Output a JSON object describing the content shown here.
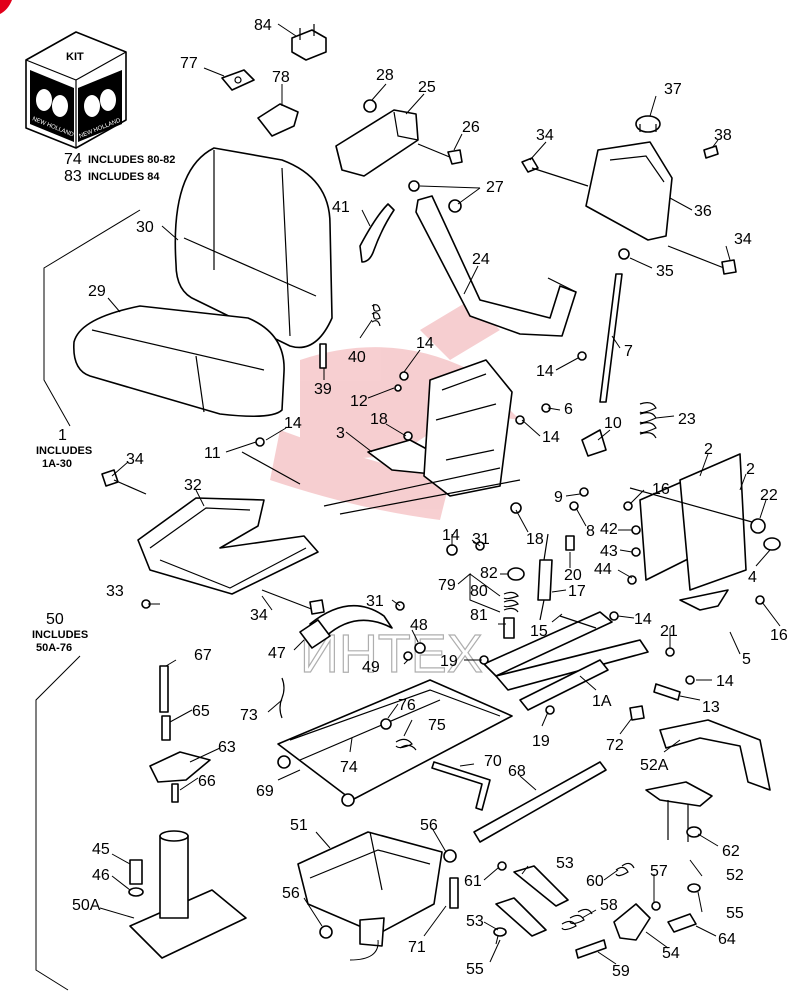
{
  "kit_box": {
    "label": "KIT",
    "brand": "NEW HOLLAND",
    "notes": [
      {
        "num": "74",
        "text": "INCLUDES 80-82"
      },
      {
        "num": "83",
        "text": "INCLUDES 84"
      }
    ]
  },
  "group_notes": {
    "seat_group": {
      "num": "1",
      "line1": "INCLUDES",
      "line2": "1A-30"
    },
    "base_group": {
      "num": "50",
      "line1": "INCLUDES",
      "line2": "50A-76"
    }
  },
  "watermark_text": "ИНТЕХ",
  "callouts": {
    "c84": "84",
    "c77": "77",
    "c78": "78",
    "c28": "28",
    "c25": "25",
    "c26": "26",
    "c27": "27",
    "c34a": "34",
    "c37": "37",
    "c38": "38",
    "c36": "36",
    "c34b": "34",
    "c35": "35",
    "c30": "30",
    "c41": "41",
    "c24": "24",
    "c29": "29",
    "c7": "7",
    "c40": "40",
    "c39": "39",
    "c14a": "14",
    "c14b": "14",
    "c12": "12",
    "c6": "6",
    "c10": "10",
    "c23": "23",
    "c18a": "18",
    "c3": "3",
    "c11": "11",
    "c14c": "14",
    "c14d": "14",
    "c2a": "2",
    "c2b": "2",
    "c34c": "34",
    "c32": "32",
    "c16a": "16",
    "c9": "9",
    "c8": "8",
    "c22": "22",
    "c42": "42",
    "c43": "43",
    "c18b": "18",
    "c31a": "31",
    "c14e": "14",
    "c20": "20",
    "c44": "44",
    "c4": "4",
    "c82": "82",
    "c79": "79",
    "c80": "80",
    "c17": "17",
    "c33": "33",
    "c34d": "34",
    "c31b": "31",
    "c81": "81",
    "c15": "15",
    "c14f": "14",
    "c16b": "16",
    "c21": "21",
    "c5": "5",
    "c48": "48",
    "c47": "47",
    "c49": "49",
    "c19a": "19",
    "c1A": "1A",
    "c14g": "14",
    "c13": "13",
    "c67": "67",
    "c73": "73",
    "c65": "65",
    "c76": "76",
    "c75": "75",
    "c19b": "19",
    "c72": "72",
    "c63": "63",
    "c74": "74",
    "c66": "66",
    "c52A": "52A",
    "c69": "69",
    "c70": "70",
    "c68": "68",
    "c51": "51",
    "c56a": "56",
    "c62": "62",
    "c45": "45",
    "c46": "46",
    "c53a": "53",
    "c61": "61",
    "c60": "60",
    "c52": "52",
    "c57": "57",
    "c50A": "50A",
    "c56b": "56",
    "c58": "58",
    "c55a": "55",
    "c53b": "53",
    "c64": "64",
    "c71": "71",
    "c54": "54",
    "c55b": "55",
    "c59": "59"
  },
  "colors": {
    "line": "#000000",
    "watermark": "#d9262d",
    "background": "#ffffff",
    "corner_mark": "#e2001a"
  }
}
